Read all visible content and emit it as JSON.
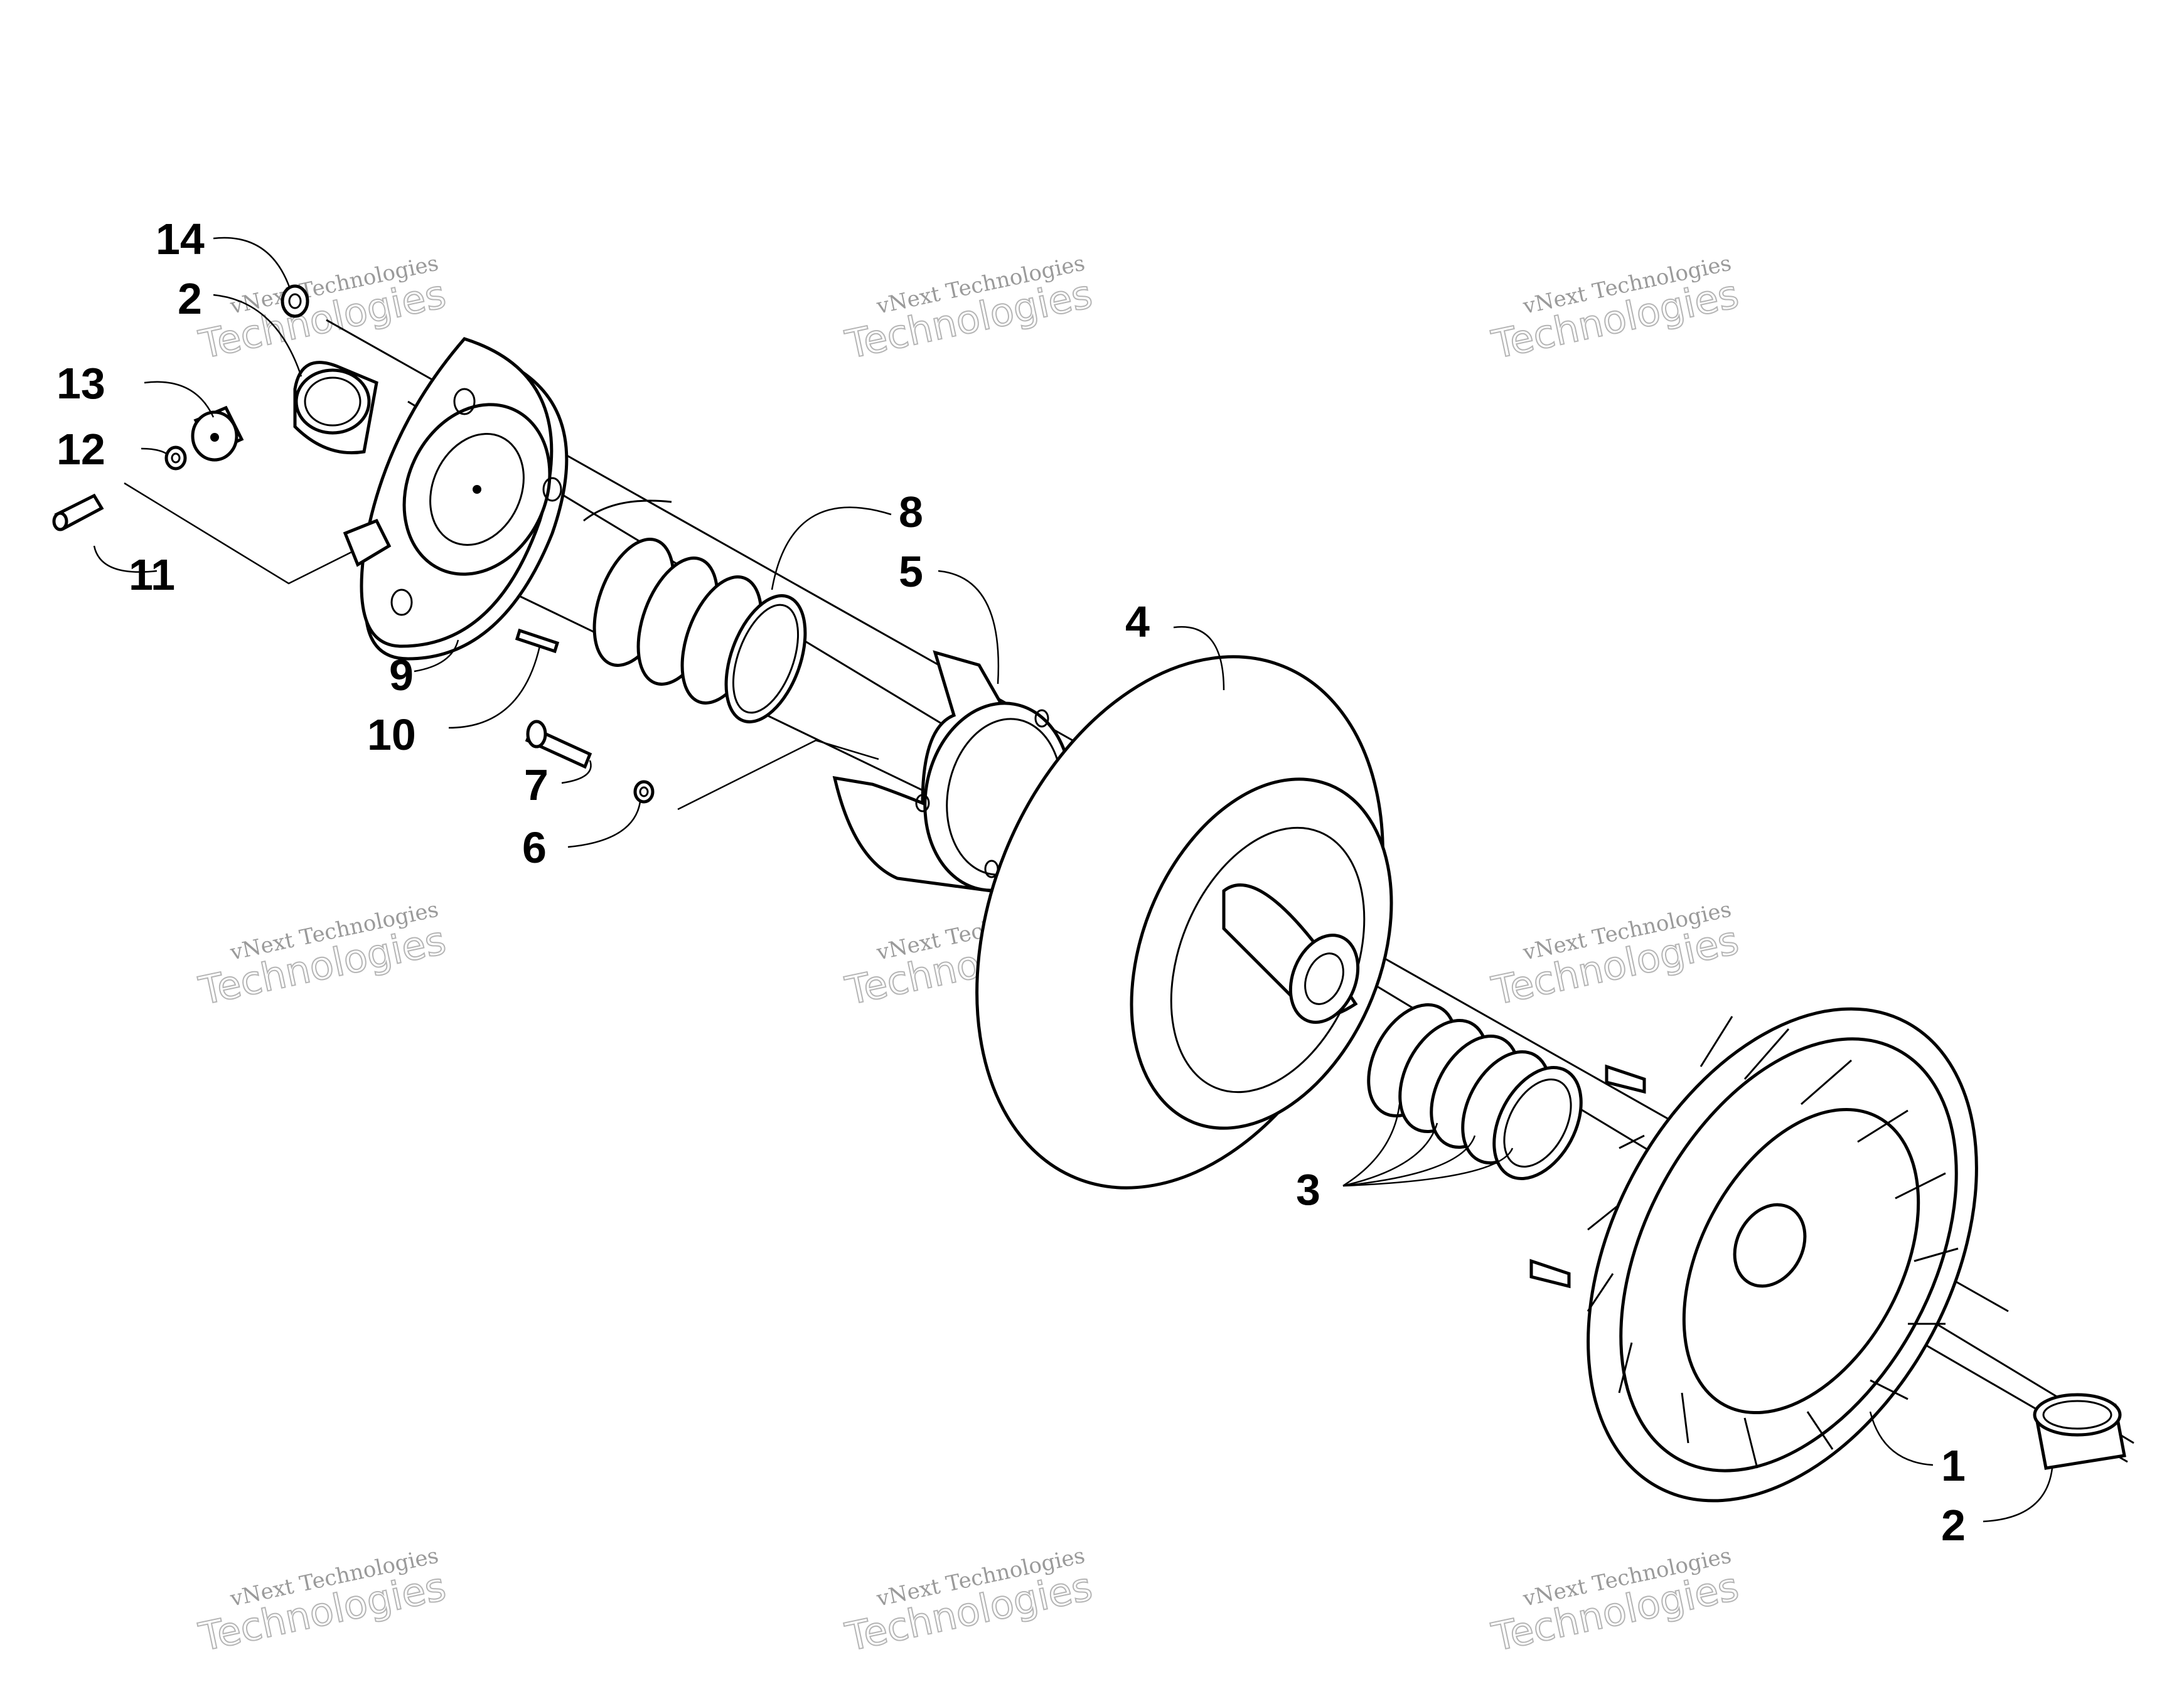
{
  "watermark": {
    "line1": "vNext Technologies",
    "line2": "Technologies"
  },
  "callouts": [
    "14",
    "2",
    "13",
    "12",
    "11",
    "9",
    "10",
    "8",
    "5",
    "7",
    "6",
    "4",
    "3",
    "1",
    "2"
  ]
}
